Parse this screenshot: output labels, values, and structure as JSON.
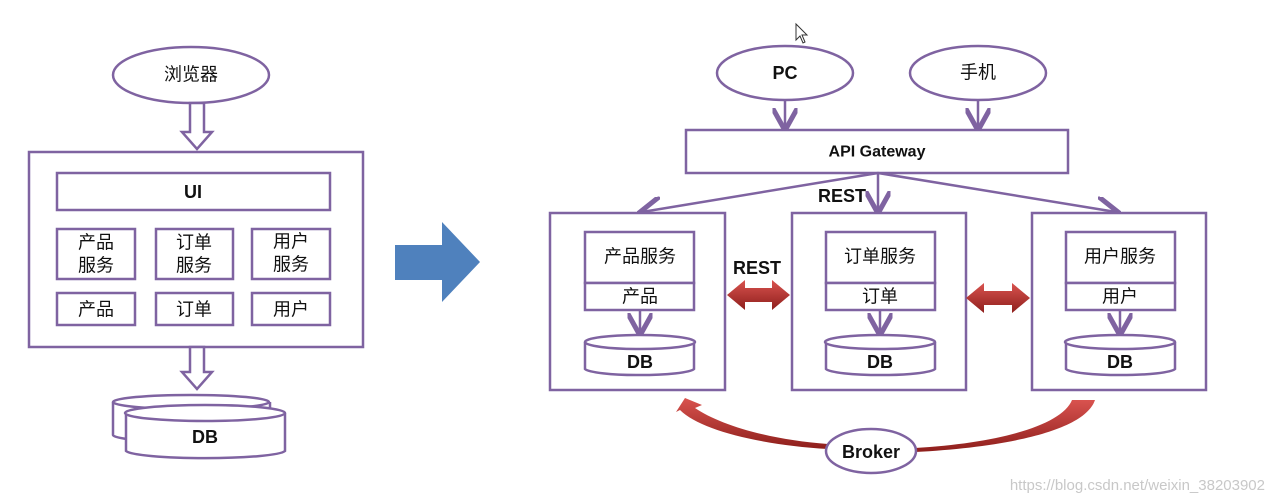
{
  "monolith": {
    "client": "浏览器",
    "ui": "UI",
    "services": [
      "产品\n服务",
      "订单\n服务",
      "用户\n服务"
    ],
    "service_lines": [
      [
        "产品",
        "服务"
      ],
      [
        "订单",
        "服务"
      ],
      [
        "用户",
        "服务"
      ]
    ],
    "modules": [
      "产品",
      "订单",
      "用户"
    ],
    "db": "DB"
  },
  "microservices": {
    "clients": [
      "PC",
      "手机"
    ],
    "gateway": "API Gateway",
    "rest_label_gateway": "REST",
    "rest_label_between": "REST",
    "services": [
      {
        "name": "产品服务",
        "module": "产品",
        "db": "DB"
      },
      {
        "name": "订单服务",
        "module": "订单",
        "db": "DB"
      },
      {
        "name": "用户服务",
        "module": "用户",
        "db": "DB"
      }
    ],
    "broker": "Broker"
  },
  "watermark": "https://blog.csdn.net/weixin_38203902",
  "colors": {
    "border": "#7f63a1",
    "transition_arrow": "#4f81bd",
    "rest_arrow": "#b3312c"
  }
}
